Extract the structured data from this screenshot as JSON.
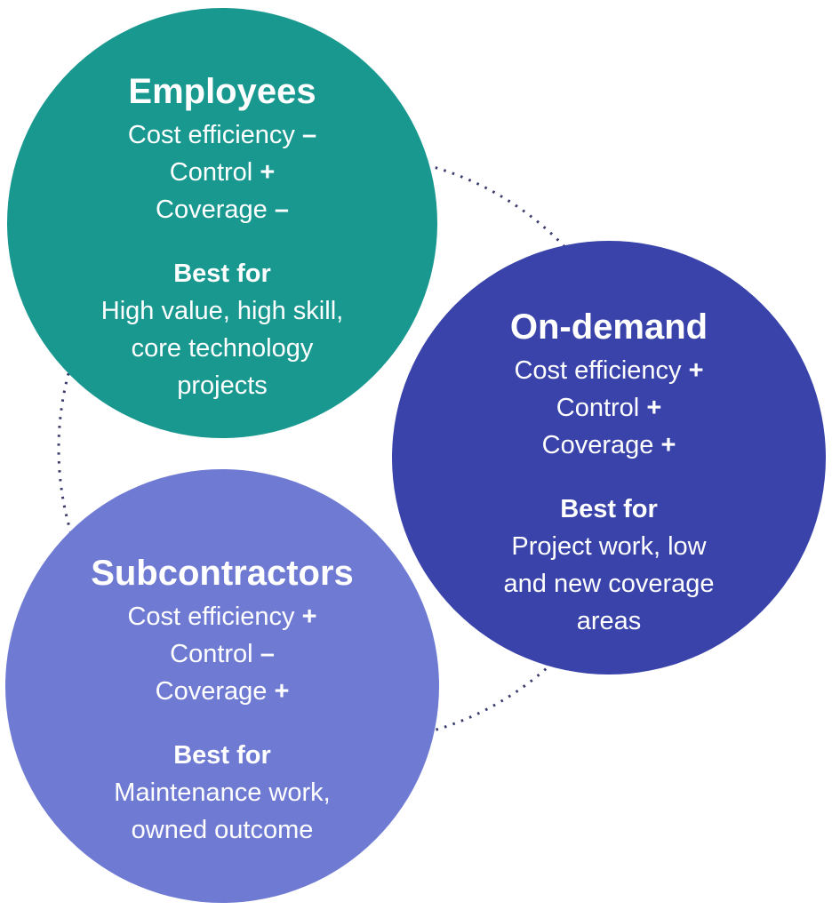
{
  "diagram": {
    "description": "Three-circle comparison of workforce sourcing options",
    "text_color": "#ffffff",
    "dotted_circle_color": "#3a3b6d",
    "circles": [
      {
        "name": "Employees",
        "color": "#199890",
        "attributes": [
          {
            "label": "Cost efficiency",
            "sign": "–"
          },
          {
            "label": "Control",
            "sign": "+"
          },
          {
            "label": "Coverage",
            "sign": "–"
          }
        ],
        "best_for_heading": "Best for",
        "best_for": [
          "High value, high skill,",
          "core technology",
          "projects"
        ]
      },
      {
        "name": "On-demand",
        "color": "#3943a9",
        "attributes": [
          {
            "label": "Cost efficiency",
            "sign": "+"
          },
          {
            "label": "Control",
            "sign": "+"
          },
          {
            "label": "Coverage",
            "sign": "+"
          }
        ],
        "best_for_heading": "Best for",
        "best_for": [
          "Project work, low",
          "and new coverage",
          "areas"
        ]
      },
      {
        "name": "Subcontractors",
        "color": "#6f7ad3",
        "attributes": [
          {
            "label": "Cost efficiency",
            "sign": "+"
          },
          {
            "label": "Control",
            "sign": "–"
          },
          {
            "label": "Coverage",
            "sign": "+"
          }
        ],
        "best_for_heading": "Best for",
        "best_for": [
          "Maintenance work,",
          "owned outcome"
        ]
      }
    ]
  }
}
